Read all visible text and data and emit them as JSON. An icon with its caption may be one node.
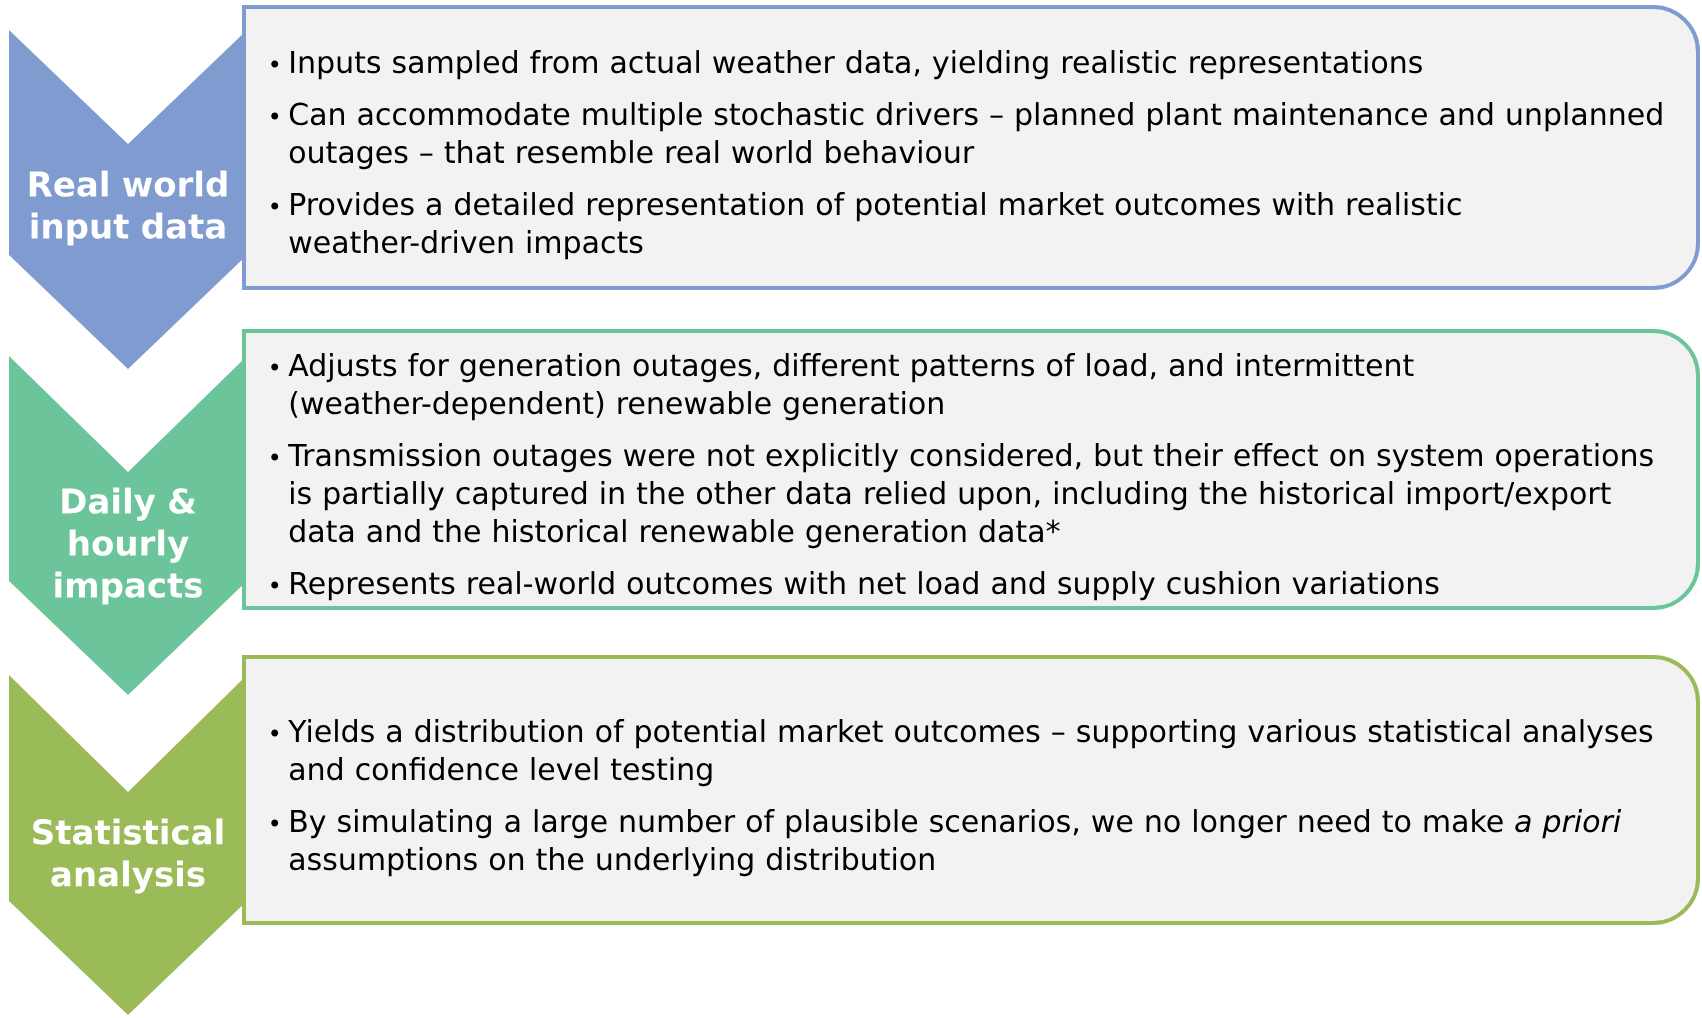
{
  "diagram": {
    "nodes": [
      {
        "text": [
          "Real world input data"
        ]
      },
      {
        "text": [
          "Inputs sampled from actual weather data, yielding realistic representations",
          "Can accommodate multiple stochastic drivers – planned plant maintenance and unplanned outages – that resemble real world behaviour",
          "Provides a detailed representation of potential market outcomes with realistic weather-driven impacts"
        ]
      },
      {
        "text": [
          "Daily & hourly impacts"
        ]
      },
      {
        "text": [
          "Adjusts for generation outages, different patterns of load, and intermittent (weather-dependent) renewable generation",
          "Transmission outages were not explicitly considered, but their effect on system operations is partially captured in the other data relied upon, including the historical import/export data and the historical renewable generation data*",
          "Represents real-world outcomes with net load and supply cushion variations"
        ]
      },
      {
        "text": [
          "Statistical analysis"
        ]
      },
      {
        "text": [
          "Yields a distribution of potential market outcomes – supporting various statistical analyses and confidence level testing",
          "By simulating a large number of plausible scenarios, we no longer need to make *a priori* assumptions on the underlying distribution"
        ]
      }
    ]
  }
}
